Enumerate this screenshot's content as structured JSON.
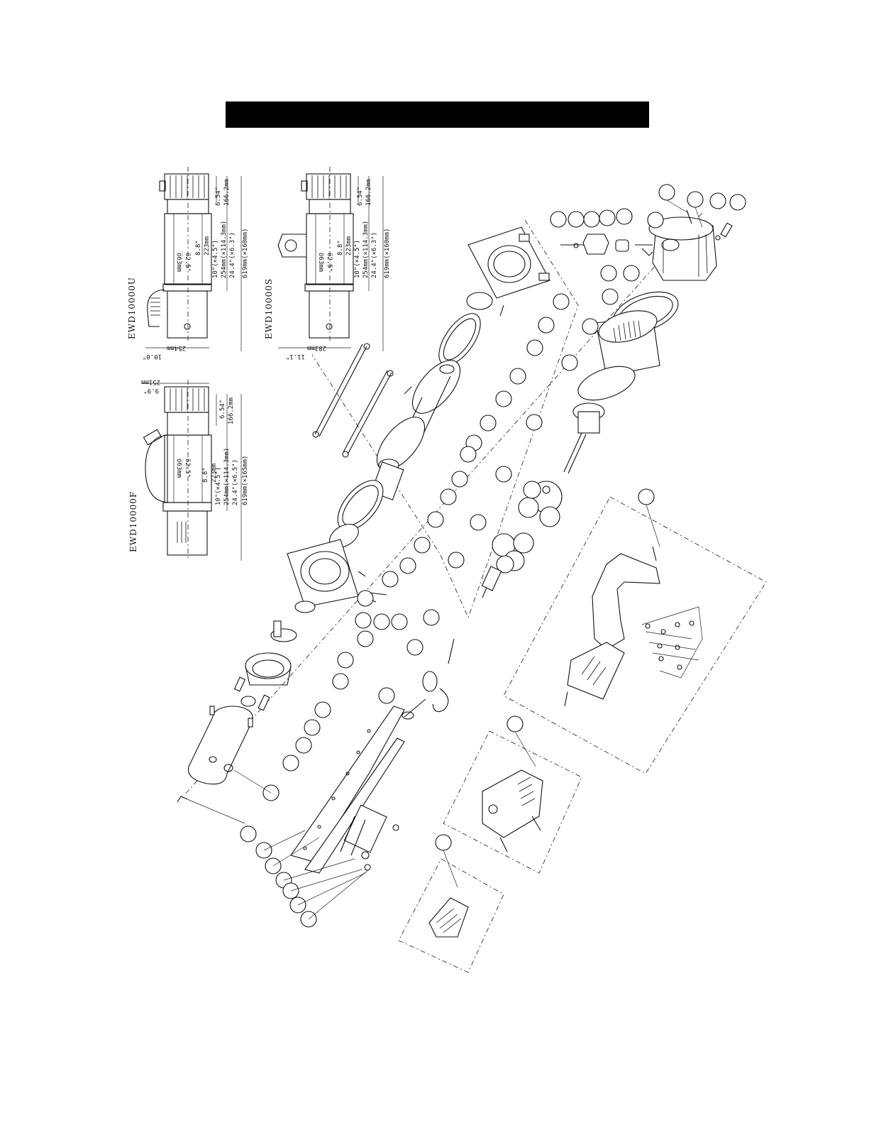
{
  "title_bar": {
    "color": "#000000"
  },
  "views": [
    {
      "model": "EWD10000U",
      "dims": [
        "6.54\"",
        "166.2mm",
        "8.8\"",
        "223mm",
        "10\"(×4.5\")",
        "254mm(×114.3mm)",
        "24.4\"(×6.3\")",
        "619mm(×160mm)",
        "10.0\"",
        "254mm",
        "ö2.5\"",
        "ö63mm"
      ]
    },
    {
      "model": "EWD10000S",
      "dims": [
        "6.54\"",
        "166.2mm",
        "8.8\"",
        "223mm",
        "10\"(×4.5\")",
        "254mm(×114.3mm)",
        "24.4\"(×6.3\")",
        "619mm(×160mm)",
        "11.1\"",
        "283mm",
        "ö2.5\"",
        "ö63mm"
      ]
    },
    {
      "model": "EWD10000F",
      "dims": [
        "9.9\"",
        "251mm",
        "6.54\"",
        "166.2mm",
        "8.8\"",
        "223mm",
        "10\"(×4.5\")",
        "254mm(×114.3mm)",
        "24.4\"(×6.5\")",
        "619mm(×165mm)",
        "ö2.5\"",
        "ö63mm"
      ]
    }
  ]
}
